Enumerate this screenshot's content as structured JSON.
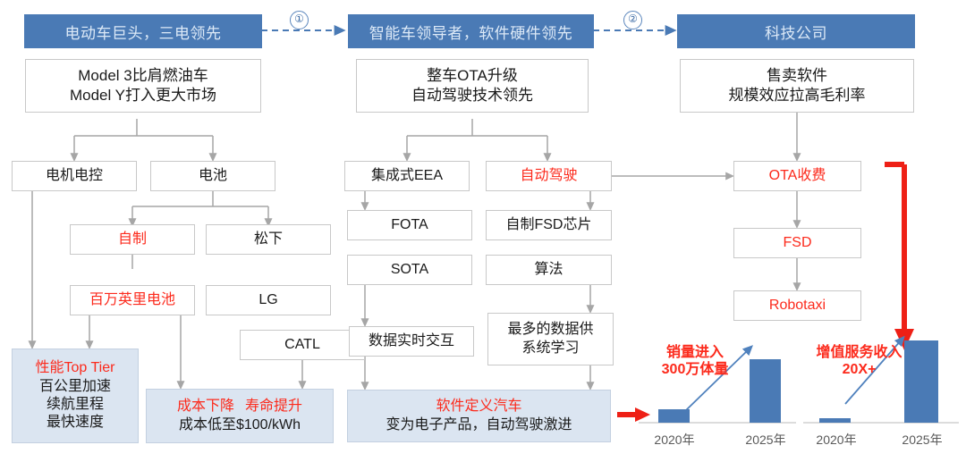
{
  "headers": [
    {
      "id": "h1",
      "label": "电动车巨头，三电领先"
    },
    {
      "id": "h2",
      "label": "智能车领导者，软件硬件领先"
    },
    {
      "id": "h3",
      "label": "科技公司"
    }
  ],
  "connectors": [
    {
      "id": "c1",
      "marker": "①"
    },
    {
      "id": "c2",
      "marker": "②"
    }
  ],
  "column1": {
    "summary": {
      "line1": "Model 3比肩燃油车",
      "line2": "Model Y打入更大市场"
    },
    "motor": "电机电控",
    "battery": "电池",
    "self_made": "自制",
    "panasonic": "松下",
    "million_mile": "百万英里电池",
    "lg": "LG",
    "catl": "CATL",
    "perf": {
      "line1": "性能Top Tier",
      "line2": "百公里加速",
      "line3": "续航里程",
      "line4": "最快速度"
    },
    "cost": {
      "line1a": "成本下降",
      "line1b": "寿命提升",
      "line2": "成本低至$100/kWh"
    }
  },
  "column2": {
    "summary": {
      "line1": "整车OTA升级",
      "line2": "自动驾驶技术领先"
    },
    "eea": "集成式EEA",
    "autodrive": "自动驾驶",
    "fota": "FOTA",
    "fsd_chip": "自制FSD芯片",
    "sota": "SOTA",
    "algorithm": "算法",
    "realtime_data": "数据实时交互",
    "most_data": {
      "line1": "最多的数据供",
      "line2": "系统学习"
    },
    "sdv": {
      "line1": "软件定义汽车",
      "line2": "变为电子产品，自动驾驶激进"
    }
  },
  "column3": {
    "summary": {
      "line1": "售卖软件",
      "line2": "规模效应拉高毛利率"
    },
    "ota_fee": "OTA收费",
    "fsd": "FSD",
    "robotaxi": "Robotaxi"
  },
  "chart_data": [
    {
      "type": "bar",
      "title": "销量进入\n300万体量",
      "annotation_line1": "销量进入",
      "annotation_line2": "300万体量",
      "categories": [
        "2020年",
        "2025年"
      ],
      "values": [
        16,
        74
      ],
      "ylim": [
        0,
        100
      ],
      "grid": false,
      "trend": "up",
      "xlabel": "",
      "ylabel": ""
    },
    {
      "type": "bar",
      "title": "增值服务收入\n20X+",
      "annotation_line1": "增值服务收入",
      "annotation_line2": "20X+",
      "categories": [
        "2020年",
        "2025年"
      ],
      "values": [
        5,
        96
      ],
      "ylim": [
        0,
        100
      ],
      "grid": false,
      "trend": "up",
      "xlabel": "",
      "ylabel": ""
    }
  ],
  "colors": {
    "header_blue": "#4a7ab5",
    "bar_blue": "#4a7ab5",
    "accent_red": "#fc2a1c",
    "box_fill": "#dbe5f1",
    "box_border": "#c8c8c8",
    "wire_gray": "#a6a6a6"
  }
}
